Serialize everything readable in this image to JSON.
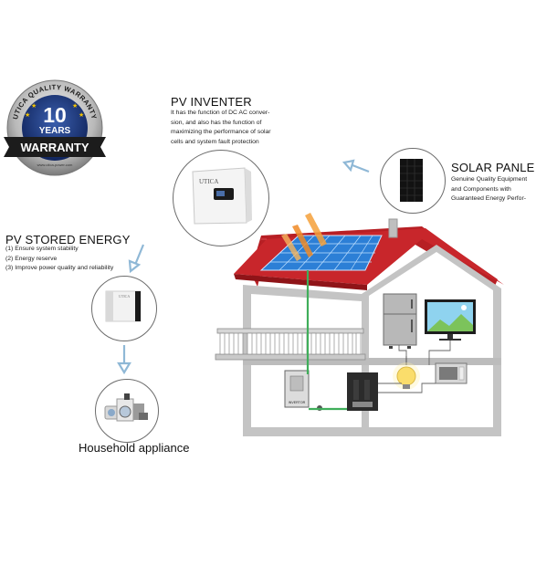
{
  "warranty": {
    "top_text": "UTICA QUALITY WARRANTY",
    "number": "10",
    "years": "YEARS",
    "ribbon": "WARRANTY",
    "url": "www.utica-power.com"
  },
  "inverter": {
    "title": "PV INVENTER",
    "description": [
      "It has the function of DC AC conver-",
      "sion, and also has the function of",
      "maximizing the performance of solar",
      "cells and system fault protection"
    ],
    "brand": "UTICA"
  },
  "solar": {
    "title": "SOLAR PANLE",
    "description": [
      "Genuine Quality Equipment",
      "and Components with",
      "Guaranteed Energy Perfor-"
    ]
  },
  "storage": {
    "title": "PV STORED ENERGY",
    "items": [
      "(1) Ensure system stability",
      "(2) Energy reserve",
      "(3) Improve power quality and reliability"
    ],
    "brand": "UTICA"
  },
  "appliance": {
    "title": "Household appliance"
  },
  "house": {
    "inverter_box_label": "INVERTOR"
  },
  "colors": {
    "roof": "#c8262b",
    "wall": "#bfbfbf",
    "panel": "#2c7fd6",
    "cable": "#3fae5a",
    "arrow": "#8fb8d6"
  }
}
